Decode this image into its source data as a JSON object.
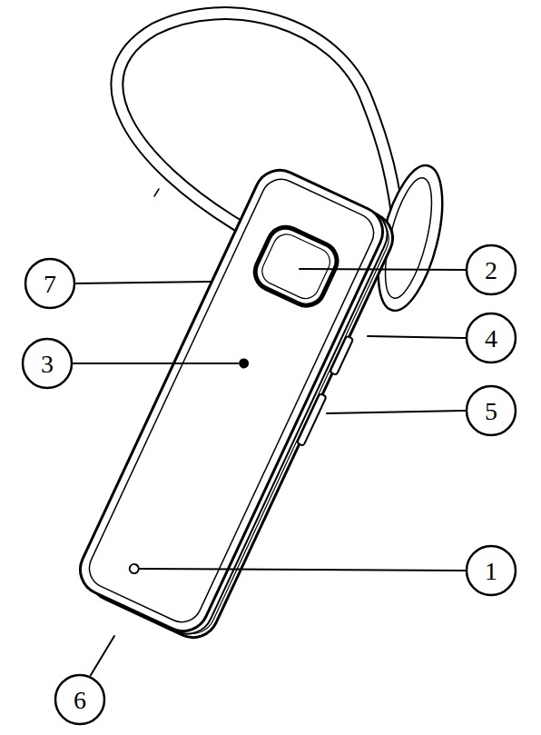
{
  "diagram": {
    "labels": [
      "7",
      "2",
      "3",
      "4",
      "5",
      "1",
      "6"
    ]
  }
}
